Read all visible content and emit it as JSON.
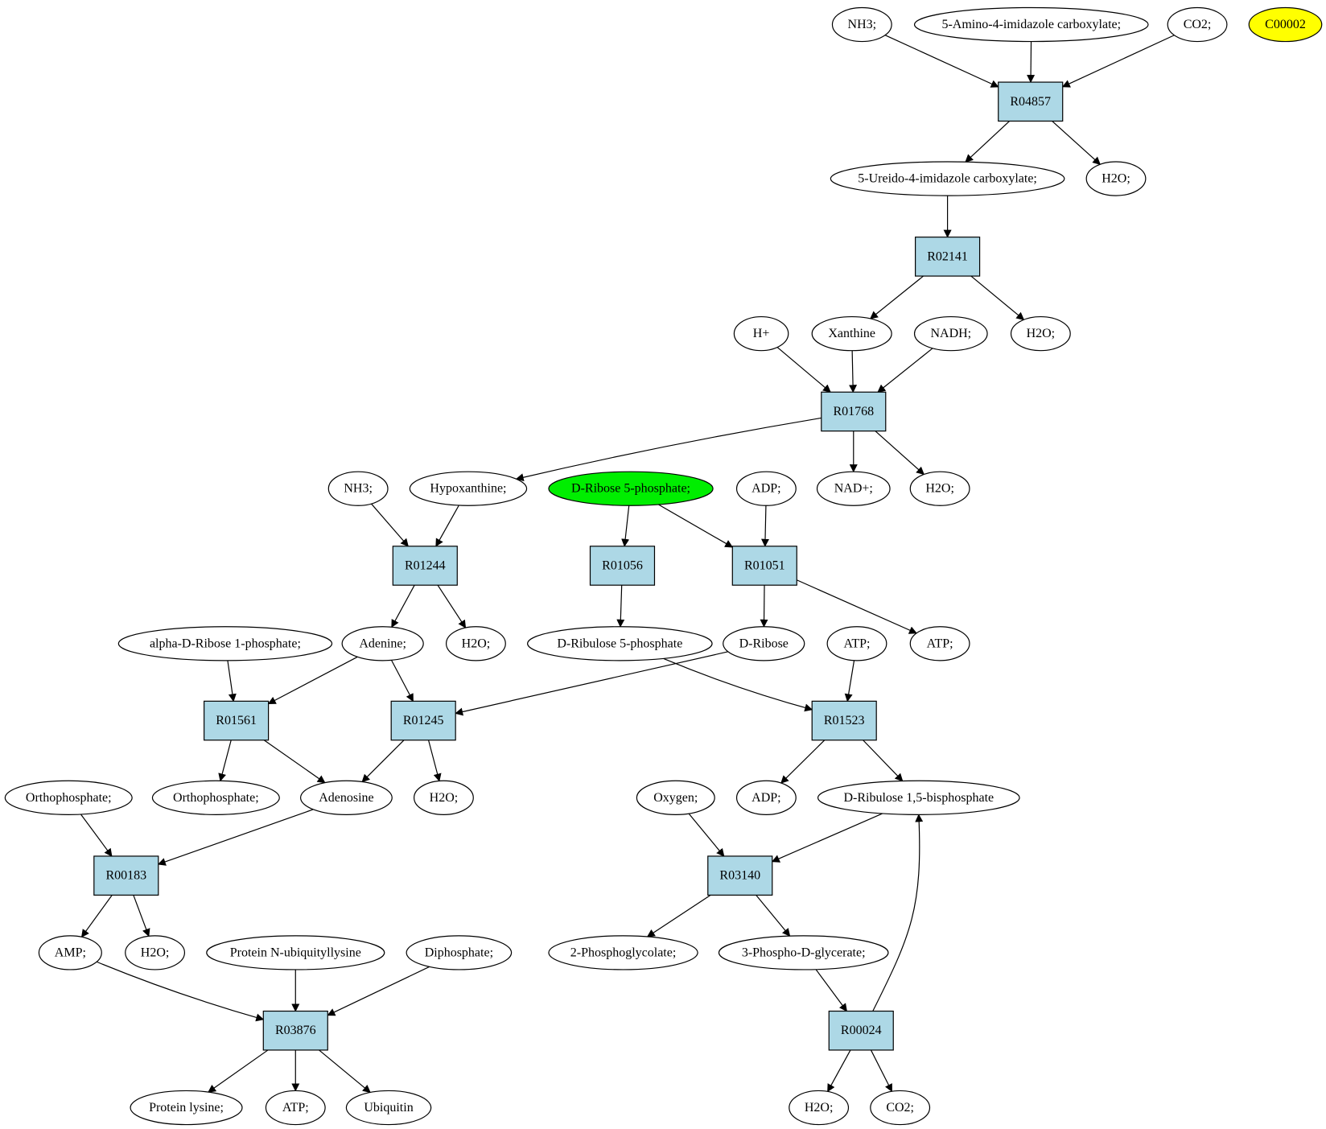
{
  "colors": {
    "reaction_fill": "#add8e6",
    "compound_fill": "#ffffff",
    "highlight_source": "#00ee00",
    "highlight_target": "#ffff00"
  },
  "compounds": [
    {
      "id": "c_nh3_top",
      "label": "NH3;"
    },
    {
      "id": "c_aica",
      "label": "5-Amino-4-imidazole carboxylate;"
    },
    {
      "id": "c_co2_top",
      "label": "CO2;"
    },
    {
      "id": "c_c00002",
      "label": "C00002",
      "highlight": "target"
    },
    {
      "id": "c_uica",
      "label": "5-Ureido-4-imidazole carboxylate;"
    },
    {
      "id": "c_h2o_1",
      "label": "H2O;"
    },
    {
      "id": "c_hplus",
      "label": "H+"
    },
    {
      "id": "c_xanthine",
      "label": "Xanthine"
    },
    {
      "id": "c_nadh",
      "label": "NADH;"
    },
    {
      "id": "c_h2o_2",
      "label": "H2O;"
    },
    {
      "id": "c_nh3_mid",
      "label": "NH3;"
    },
    {
      "id": "c_hypox",
      "label": "Hypoxanthine;"
    },
    {
      "id": "c_r5p",
      "label": "D-Ribose 5-phosphate;",
      "highlight": "source"
    },
    {
      "id": "c_adp_top",
      "label": "ADP;"
    },
    {
      "id": "c_nadplus",
      "label": "NAD+;"
    },
    {
      "id": "c_h2o_3",
      "label": "H2O;"
    },
    {
      "id": "c_ar1p",
      "label": "alpha-D-Ribose 1-phosphate;"
    },
    {
      "id": "c_adenine",
      "label": "Adenine;"
    },
    {
      "id": "c_h2o_4",
      "label": "H2O;"
    },
    {
      "id": "c_ru5p",
      "label": "D-Ribulose 5-phosphate"
    },
    {
      "id": "c_dribose",
      "label": "D-Ribose"
    },
    {
      "id": "c_atp_mid",
      "label": "ATP;"
    },
    {
      "id": "c_atp_right",
      "label": "ATP;"
    },
    {
      "id": "c_ortho_left",
      "label": "Orthophosphate;"
    },
    {
      "id": "c_ortho_mid",
      "label": "Orthophosphate;"
    },
    {
      "id": "c_adenosine",
      "label": "Adenosine"
    },
    {
      "id": "c_h2o_5",
      "label": "H2O;"
    },
    {
      "id": "c_oxygen",
      "label": "Oxygen;"
    },
    {
      "id": "c_adp_low",
      "label": "ADP;"
    },
    {
      "id": "c_rubp",
      "label": "D-Ribulose 1,5-bisphosphate"
    },
    {
      "id": "c_amp",
      "label": "AMP;"
    },
    {
      "id": "c_h2o_6",
      "label": "H2O;"
    },
    {
      "id": "c_pnul",
      "label": "Protein N-ubiquityllysine"
    },
    {
      "id": "c_diphos",
      "label": "Diphosphate;"
    },
    {
      "id": "c_2pg",
      "label": "2-Phosphoglycolate;"
    },
    {
      "id": "c_3pg",
      "label": "3-Phospho-D-glycerate;"
    },
    {
      "id": "c_plys",
      "label": "Protein lysine;"
    },
    {
      "id": "c_atp_low",
      "label": "ATP;"
    },
    {
      "id": "c_ubiq",
      "label": "Ubiquitin"
    },
    {
      "id": "c_h2o_7",
      "label": "H2O;"
    },
    {
      "id": "c_co2_low",
      "label": "CO2;"
    }
  ],
  "reactions": [
    {
      "id": "r_R04857",
      "label": "R04857"
    },
    {
      "id": "r_R02141",
      "label": "R02141"
    },
    {
      "id": "r_R01768",
      "label": "R01768"
    },
    {
      "id": "r_R01244",
      "label": "R01244"
    },
    {
      "id": "r_R01056",
      "label": "R01056"
    },
    {
      "id": "r_R01051",
      "label": "R01051"
    },
    {
      "id": "r_R01561",
      "label": "R01561"
    },
    {
      "id": "r_R01245",
      "label": "R01245"
    },
    {
      "id": "r_R01523",
      "label": "R01523"
    },
    {
      "id": "r_R00183",
      "label": "R00183"
    },
    {
      "id": "r_R03140",
      "label": "R03140"
    },
    {
      "id": "r_R03876",
      "label": "R03876"
    },
    {
      "id": "r_R00024",
      "label": "R00024"
    }
  ],
  "edges": [
    [
      "c_nh3_top",
      "r_R04857"
    ],
    [
      "c_aica",
      "r_R04857"
    ],
    [
      "c_co2_top",
      "r_R04857"
    ],
    [
      "r_R04857",
      "c_uica"
    ],
    [
      "r_R04857",
      "c_h2o_1"
    ],
    [
      "c_uica",
      "r_R02141"
    ],
    [
      "r_R02141",
      "c_xanthine"
    ],
    [
      "r_R02141",
      "c_h2o_2"
    ],
    [
      "c_hplus",
      "r_R01768"
    ],
    [
      "c_xanthine",
      "r_R01768"
    ],
    [
      "c_nadh",
      "r_R01768"
    ],
    [
      "r_R01768",
      "c_hypox"
    ],
    [
      "r_R01768",
      "c_nadplus"
    ],
    [
      "r_R01768",
      "c_h2o_3"
    ],
    [
      "c_nh3_mid",
      "r_R01244"
    ],
    [
      "c_hypox",
      "r_R01244"
    ],
    [
      "c_r5p",
      "r_R01056"
    ],
    [
      "c_r5p",
      "r_R01051"
    ],
    [
      "c_adp_top",
      "r_R01051"
    ],
    [
      "r_R01244",
      "c_adenine"
    ],
    [
      "r_R01244",
      "c_h2o_4"
    ],
    [
      "r_R01056",
      "c_ru5p"
    ],
    [
      "r_R01051",
      "c_dribose"
    ],
    [
      "r_R01051",
      "c_atp_right"
    ],
    [
      "c_ar1p",
      "r_R01561"
    ],
    [
      "c_adenine",
      "r_R01561"
    ],
    [
      "c_adenine",
      "r_R01245"
    ],
    [
      "c_dribose",
      "r_R01245"
    ],
    [
      "c_ru5p",
      "r_R01523"
    ],
    [
      "c_atp_mid",
      "r_R01523"
    ],
    [
      "r_R01561",
      "c_ortho_mid"
    ],
    [
      "r_R01561",
      "c_adenosine"
    ],
    [
      "r_R01245",
      "c_adenosine"
    ],
    [
      "r_R01245",
      "c_h2o_5"
    ],
    [
      "r_R01523",
      "c_adp_low"
    ],
    [
      "r_R01523",
      "c_rubp"
    ],
    [
      "c_ortho_left",
      "r_R00183"
    ],
    [
      "c_adenosine",
      "r_R00183"
    ],
    [
      "c_oxygen",
      "r_R03140"
    ],
    [
      "c_rubp",
      "r_R03140"
    ],
    [
      "r_R00183",
      "c_amp"
    ],
    [
      "r_R00183",
      "c_h2o_6"
    ],
    [
      "r_R03140",
      "c_2pg"
    ],
    [
      "r_R03140",
      "c_3pg"
    ],
    [
      "c_amp",
      "r_R03876"
    ],
    [
      "c_pnul",
      "r_R03876"
    ],
    [
      "c_diphos",
      "r_R03876"
    ],
    [
      "c_3pg",
      "r_R00024"
    ],
    [
      "r_R03876",
      "c_plys"
    ],
    [
      "r_R03876",
      "c_atp_low"
    ],
    [
      "r_R03876",
      "c_ubiq"
    ],
    [
      "r_R00024",
      "c_h2o_7"
    ],
    [
      "r_R00024",
      "c_co2_low"
    ],
    [
      "r_R00024",
      "c_rubp"
    ]
  ]
}
